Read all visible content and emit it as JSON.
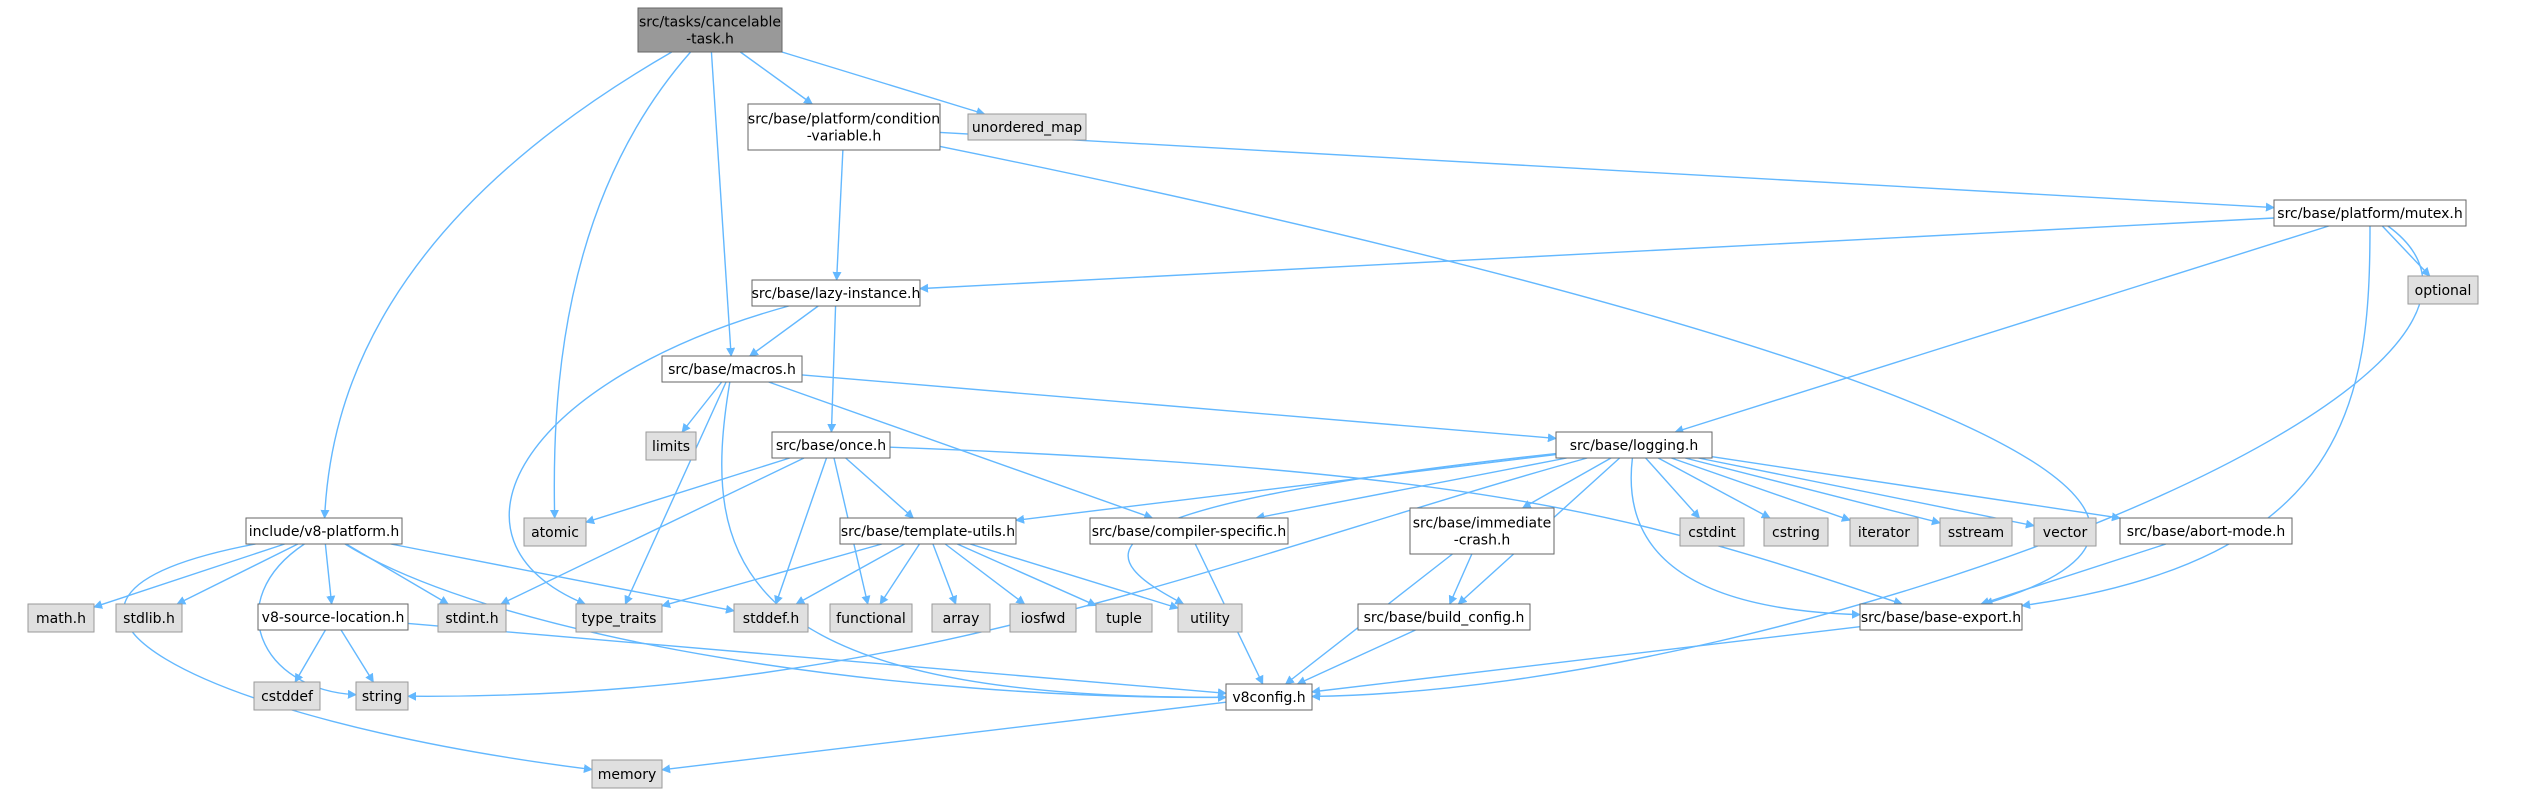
{
  "colors": {
    "edge": "#63B8FF",
    "root_fill": "#999999",
    "root_stroke": "#666666",
    "node_fill": "#FFFFFF",
    "node_stroke": "#666666",
    "system_fill": "#E0E0E0",
    "system_stroke": "#999999",
    "background": "#FFFFFF"
  },
  "nodes": [
    {
      "id": "cancelable",
      "lines": [
        "src/tasks/cancelable",
        "-task.h"
      ],
      "kind": "root"
    },
    {
      "id": "unordered_map",
      "lines": [
        "unordered_map"
      ],
      "kind": "system"
    },
    {
      "id": "condvar",
      "lines": [
        "src/base/platform/condition",
        "-variable.h"
      ],
      "kind": "local"
    },
    {
      "id": "mutex",
      "lines": [
        "src/base/platform/mutex.h"
      ],
      "kind": "local"
    },
    {
      "id": "optional",
      "lines": [
        "optional"
      ],
      "kind": "system"
    },
    {
      "id": "lazy",
      "lines": [
        "src/base/lazy-instance.h"
      ],
      "kind": "local"
    },
    {
      "id": "macros",
      "lines": [
        "src/base/macros.h"
      ],
      "kind": "local"
    },
    {
      "id": "limits",
      "lines": [
        "limits"
      ],
      "kind": "system"
    },
    {
      "id": "once",
      "lines": [
        "src/base/once.h"
      ],
      "kind": "local"
    },
    {
      "id": "logging",
      "lines": [
        "src/base/logging.h"
      ],
      "kind": "local"
    },
    {
      "id": "atomic",
      "lines": [
        "atomic"
      ],
      "kind": "system"
    },
    {
      "id": "platform",
      "lines": [
        "include/v8-platform.h"
      ],
      "kind": "local"
    },
    {
      "id": "template",
      "lines": [
        "src/base/template-utils.h"
      ],
      "kind": "local"
    },
    {
      "id": "compiler",
      "lines": [
        "src/base/compiler-specific.h"
      ],
      "kind": "local"
    },
    {
      "id": "immcrash",
      "lines": [
        "src/base/immediate",
        "-crash.h"
      ],
      "kind": "local"
    },
    {
      "id": "cstdint",
      "lines": [
        "cstdint"
      ],
      "kind": "system"
    },
    {
      "id": "cstring",
      "lines": [
        "cstring"
      ],
      "kind": "system"
    },
    {
      "id": "iterator",
      "lines": [
        "iterator"
      ],
      "kind": "system"
    },
    {
      "id": "sstream",
      "lines": [
        "sstream"
      ],
      "kind": "system"
    },
    {
      "id": "vector",
      "lines": [
        "vector"
      ],
      "kind": "system"
    },
    {
      "id": "abortmode",
      "lines": [
        "src/base/abort-mode.h"
      ],
      "kind": "local"
    },
    {
      "id": "math",
      "lines": [
        "math.h"
      ],
      "kind": "system"
    },
    {
      "id": "stdlib",
      "lines": [
        "stdlib.h"
      ],
      "kind": "system"
    },
    {
      "id": "srcloc",
      "lines": [
        "v8-source-location.h"
      ],
      "kind": "local"
    },
    {
      "id": "stdint",
      "lines": [
        "stdint.h"
      ],
      "kind": "system"
    },
    {
      "id": "type_traits",
      "lines": [
        "type_traits"
      ],
      "kind": "system"
    },
    {
      "id": "stddef",
      "lines": [
        "stddef.h"
      ],
      "kind": "system"
    },
    {
      "id": "functional",
      "lines": [
        "functional"
      ],
      "kind": "system"
    },
    {
      "id": "array",
      "lines": [
        "array"
      ],
      "kind": "system"
    },
    {
      "id": "iosfwd",
      "lines": [
        "iosfwd"
      ],
      "kind": "system"
    },
    {
      "id": "tuple",
      "lines": [
        "tuple"
      ],
      "kind": "system"
    },
    {
      "id": "utility",
      "lines": [
        "utility"
      ],
      "kind": "system"
    },
    {
      "id": "buildcfg",
      "lines": [
        "src/base/build_config.h"
      ],
      "kind": "local"
    },
    {
      "id": "baseexport",
      "lines": [
        "src/base/base-export.h"
      ],
      "kind": "local"
    },
    {
      "id": "cstddef",
      "lines": [
        "cstddef"
      ],
      "kind": "system"
    },
    {
      "id": "string",
      "lines": [
        "string"
      ],
      "kind": "system"
    },
    {
      "id": "v8config",
      "lines": [
        "v8config.h"
      ],
      "kind": "local"
    },
    {
      "id": "memory",
      "lines": [
        "memory"
      ],
      "kind": "system"
    }
  ],
  "edges": [
    [
      "cancelable",
      "platform"
    ],
    [
      "cancelable",
      "atomic"
    ],
    [
      "cancelable",
      "macros"
    ],
    [
      "cancelable",
      "condvar"
    ],
    [
      "cancelable",
      "unordered_map"
    ],
    [
      "condvar",
      "lazy"
    ],
    [
      "condvar",
      "mutex"
    ],
    [
      "condvar",
      "baseexport"
    ],
    [
      "mutex",
      "lazy"
    ],
    [
      "mutex",
      "logging"
    ],
    [
      "mutex",
      "optional"
    ],
    [
      "mutex",
      "baseexport"
    ],
    [
      "mutex",
      "v8config"
    ],
    [
      "lazy",
      "macros"
    ],
    [
      "lazy",
      "once"
    ],
    [
      "lazy",
      "type_traits"
    ],
    [
      "macros",
      "limits"
    ],
    [
      "macros",
      "type_traits"
    ],
    [
      "macros",
      "compiler"
    ],
    [
      "macros",
      "logging"
    ],
    [
      "macros",
      "v8config"
    ],
    [
      "once",
      "atomic"
    ],
    [
      "once",
      "stdint"
    ],
    [
      "once",
      "stddef"
    ],
    [
      "once",
      "functional"
    ],
    [
      "once",
      "template"
    ],
    [
      "once",
      "baseexport"
    ],
    [
      "logging",
      "template"
    ],
    [
      "logging",
      "compiler"
    ],
    [
      "logging",
      "immcrash"
    ],
    [
      "logging",
      "buildcfg"
    ],
    [
      "logging",
      "cstdint"
    ],
    [
      "logging",
      "cstring"
    ],
    [
      "logging",
      "iterator"
    ],
    [
      "logging",
      "sstream"
    ],
    [
      "logging",
      "vector"
    ],
    [
      "logging",
      "abortmode"
    ],
    [
      "logging",
      "baseexport"
    ],
    [
      "logging",
      "string"
    ],
    [
      "logging",
      "utility"
    ],
    [
      "template",
      "type_traits"
    ],
    [
      "template",
      "stddef"
    ],
    [
      "template",
      "functional"
    ],
    [
      "template",
      "array"
    ],
    [
      "template",
      "iosfwd"
    ],
    [
      "template",
      "tuple"
    ],
    [
      "template",
      "utility"
    ],
    [
      "compiler",
      "v8config"
    ],
    [
      "immcrash",
      "buildcfg"
    ],
    [
      "immcrash",
      "v8config"
    ],
    [
      "buildcfg",
      "v8config"
    ],
    [
      "abortmode",
      "baseexport"
    ],
    [
      "baseexport",
      "v8config"
    ],
    [
      "platform",
      "math"
    ],
    [
      "platform",
      "stdlib"
    ],
    [
      "platform",
      "srcloc"
    ],
    [
      "platform",
      "stdint"
    ],
    [
      "platform",
      "stddef"
    ],
    [
      "platform",
      "string"
    ],
    [
      "platform",
      "memory"
    ],
    [
      "platform",
      "v8config"
    ],
    [
      "srcloc",
      "cstddef"
    ],
    [
      "srcloc",
      "string"
    ],
    [
      "srcloc",
      "v8config"
    ],
    [
      "v8config",
      "memory"
    ]
  ]
}
